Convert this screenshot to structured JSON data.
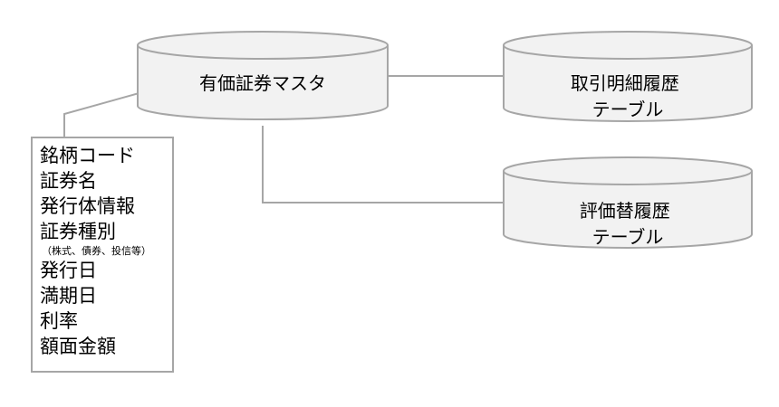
{
  "databases": [
    {
      "id": "master",
      "lines": [
        "有価証券マスタ"
      ]
    },
    {
      "id": "transaction-history",
      "lines": [
        "取引明細履歴",
        "テーブル"
      ]
    },
    {
      "id": "valuation-history",
      "lines": [
        "評価替履歴",
        "テーブル"
      ]
    }
  ],
  "attributes": {
    "items": [
      "銘柄コード",
      "証券名",
      "発行体情報",
      "証券種別",
      "（株式、債券、投信等）",
      "発行日",
      "満期日",
      "利率",
      "額面金額"
    ]
  },
  "colors": {
    "stroke": "#a6a6a6",
    "fill": "#f2f2f2",
    "text": "#000000"
  }
}
